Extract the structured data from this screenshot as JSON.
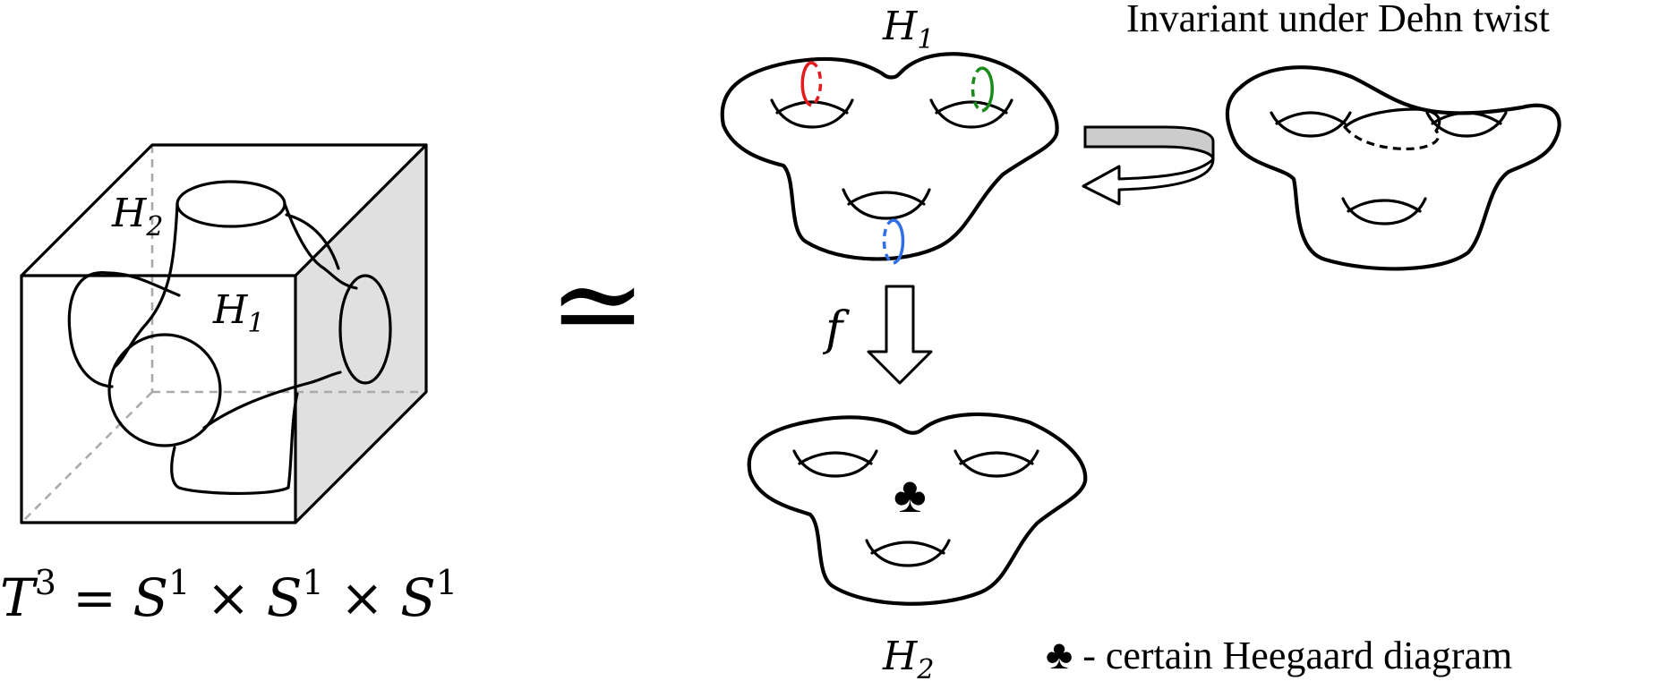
{
  "labels": {
    "cube_h2": "H",
    "cube_h2_sub": "2",
    "cube_h1": "H",
    "cube_h1_sub": "1",
    "torus_eq_T": "T",
    "torus_eq_T_sup": "3",
    "torus_eq_rest": " = S",
    "torus_eq_sup1": "1",
    "torus_eq_times1": " × S",
    "torus_eq_sup2": "1",
    "torus_eq_times2": " × S",
    "torus_eq_sup3": "1",
    "homeo_symbol": "≃",
    "top_surface": "H",
    "top_surface_sub": "1",
    "dehn_caption": "Invariant under Dehn twist",
    "map_label": "f",
    "bottom_surface": "H",
    "bottom_surface_sub": "2",
    "club_symbol": "♣",
    "legend_text": " - certain Heegaard diagram"
  },
  "colors": {
    "red_curve": "#e41a1c",
    "green_curve": "#1a8a1a",
    "blue_curve": "#2f6fe8",
    "face_shade": "#e0e0e0",
    "arrow_fill": "#cccccc"
  }
}
